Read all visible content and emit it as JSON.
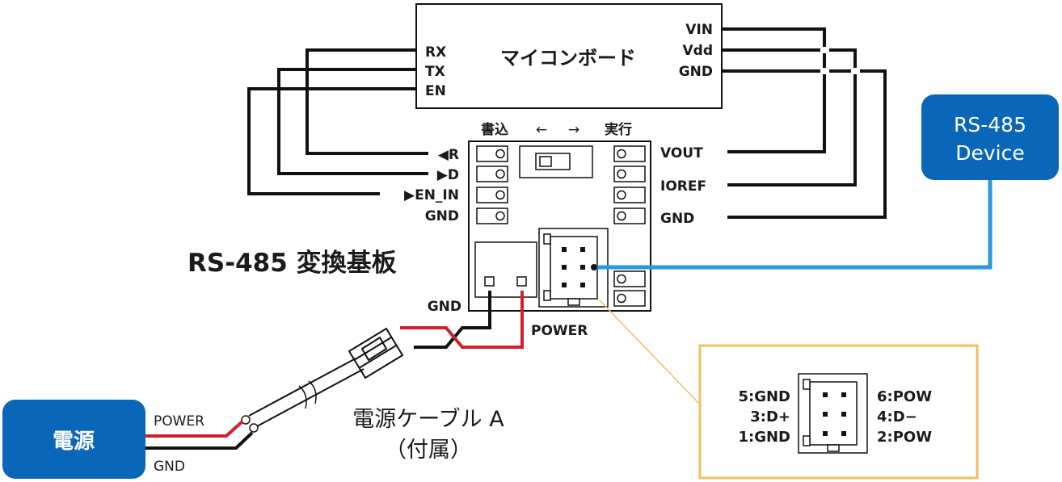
{
  "mcu_board": {
    "title": "マイコンボード",
    "left_pins": [
      "RX",
      "TX",
      "EN"
    ],
    "right_pins": [
      "VIN",
      "Vdd",
      "GND"
    ]
  },
  "converter": {
    "title": "RS-485 変換基板",
    "mode_write": "書込",
    "arrow_left": "←",
    "arrow_right": "→",
    "mode_run": "実行",
    "left_pins": [
      {
        "marker": "◀",
        "name": "R"
      },
      {
        "marker": "▶",
        "name": "D"
      },
      {
        "marker": "▶",
        "name": "EN_IN"
      },
      {
        "marker": "",
        "name": "GND"
      }
    ],
    "right_pins": [
      "VOUT",
      "IOREF",
      "GND"
    ],
    "power_gnd_label": "GND",
    "power_label": "POWER"
  },
  "rs485_device": {
    "line1": "RS-485",
    "line2": "Device",
    "color": "#0a66b8"
  },
  "power_source": {
    "label": "電源",
    "color": "#0a66b8"
  },
  "cable": {
    "line1": "電源ケーブル A",
    "line2": "（付属）",
    "power_label": "POWER",
    "gnd_label": "GND"
  },
  "pinout": {
    "left": [
      "5:GND",
      "3:D+",
      "1:GND"
    ],
    "right": [
      "6:POW",
      "4:D−",
      "2:POW"
    ],
    "border_color": "#f0c060"
  },
  "colors": {
    "wire": "#111111",
    "red_wire": "#d0202c",
    "signal_blue": "#2a9ad8"
  }
}
